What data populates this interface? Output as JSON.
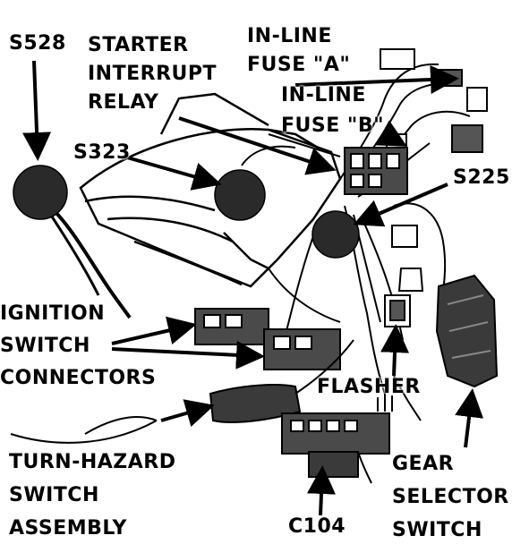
{
  "diagram": {
    "labels": {
      "s528": "S528",
      "starter_line1": "STARTER",
      "starter_line2": "INTERRUPT",
      "starter_line3": "RELAY",
      "fuse_a_line1": "IN-LINE",
      "fuse_a_line2": "FUSE \"A\"",
      "fuse_b_line1": "IN-LINE",
      "fuse_b_line2": "FUSE \"B\"",
      "s323": "S323",
      "s225": "S225",
      "ignition_line1": "IGNITION",
      "ignition_line2": "SWITCH",
      "ignition_line3": "CONNECTORS",
      "flasher": "FLASHER",
      "turn_line1": "TURN-HAZARD",
      "turn_line2": "SWITCH",
      "turn_line3": "ASSEMBLY",
      "c104": "C104",
      "gear_line1": "GEAR",
      "gear_line2": "SELECTOR",
      "gear_line3": "SWITCH"
    },
    "colors": {
      "ink": "#000000",
      "paper": "#ffffff",
      "part_fill": "#4a4a4a",
      "splice_fill": "#2a2a2a"
    }
  }
}
